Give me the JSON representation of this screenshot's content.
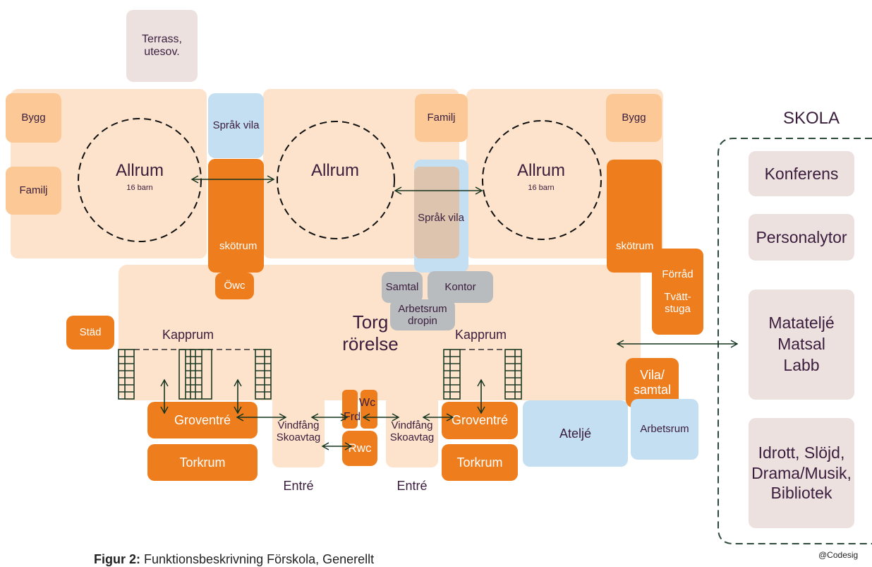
{
  "colors": {
    "room_fill": "#fde3cb",
    "alcove_fill": "#fbc896",
    "service_fill": "#ee7d1d",
    "language_fill": "#c4def2",
    "office_fill": "#b9bcbf",
    "school_fill": "#ede1e0",
    "text": "#3a1d3c"
  },
  "terrace": "Terrass,\nutesov.",
  "left_unit": {
    "bygg": "Bygg",
    "familj": "Familj",
    "allrum": "Allrum",
    "capacity": "16 barn"
  },
  "middle_unit": {
    "sprak_vila": "Språk vila",
    "skotrum": "skötrum",
    "owc": "Öwc",
    "allrum": "Allrum",
    "familj": "Familj",
    "sprak_vila_2": "Språk vila"
  },
  "right_unit": {
    "bygg": "Bygg",
    "allrum": "Allrum",
    "capacity": "16 barn",
    "skotrum": "skötrum",
    "forrad": "Förråd",
    "tvattstuga": "Tvätt-\nstuga"
  },
  "torg": {
    "label": "Torg\nrörelse",
    "samtal": "Samtal",
    "kontor": "Kontor",
    "arbetsrum_dropin": "Arbetsrum\ndropin",
    "stad": "Städ",
    "kapprum_left": "Kapprum",
    "kapprum_right": "Kapprum",
    "vila_samtal": "Vila/\nsamtal"
  },
  "entrances": {
    "groventre_left": "Groventré",
    "torkrum_left": "Torkrum",
    "vindfang_left": "Vindfång\nSkoavtag",
    "entre_left": "Entré",
    "frd": "Frd",
    "wc": "Wc",
    "rwc": "Rwc",
    "vindfang_right": "Vindfång\nSkoavtag",
    "entre_right": "Entré",
    "groventre_right": "Groventré",
    "torkrum_right": "Torkrum",
    "atelje": "Ateljé",
    "arbetsrum": "Arbetsrum"
  },
  "school": {
    "title": "SKOLA",
    "konferens": "Konferens",
    "personalytor": "Personalytor",
    "matatelje": "Matateljé\nMatsal\nLabb",
    "idrott": "Idrott, Slöjd,\nDrama/Musik,\nBibliotek"
  },
  "caption": {
    "label": "Figur 2:",
    "text": " Funktionsbeskrivning Förskola, Generellt"
  },
  "credit": "@Codesig"
}
